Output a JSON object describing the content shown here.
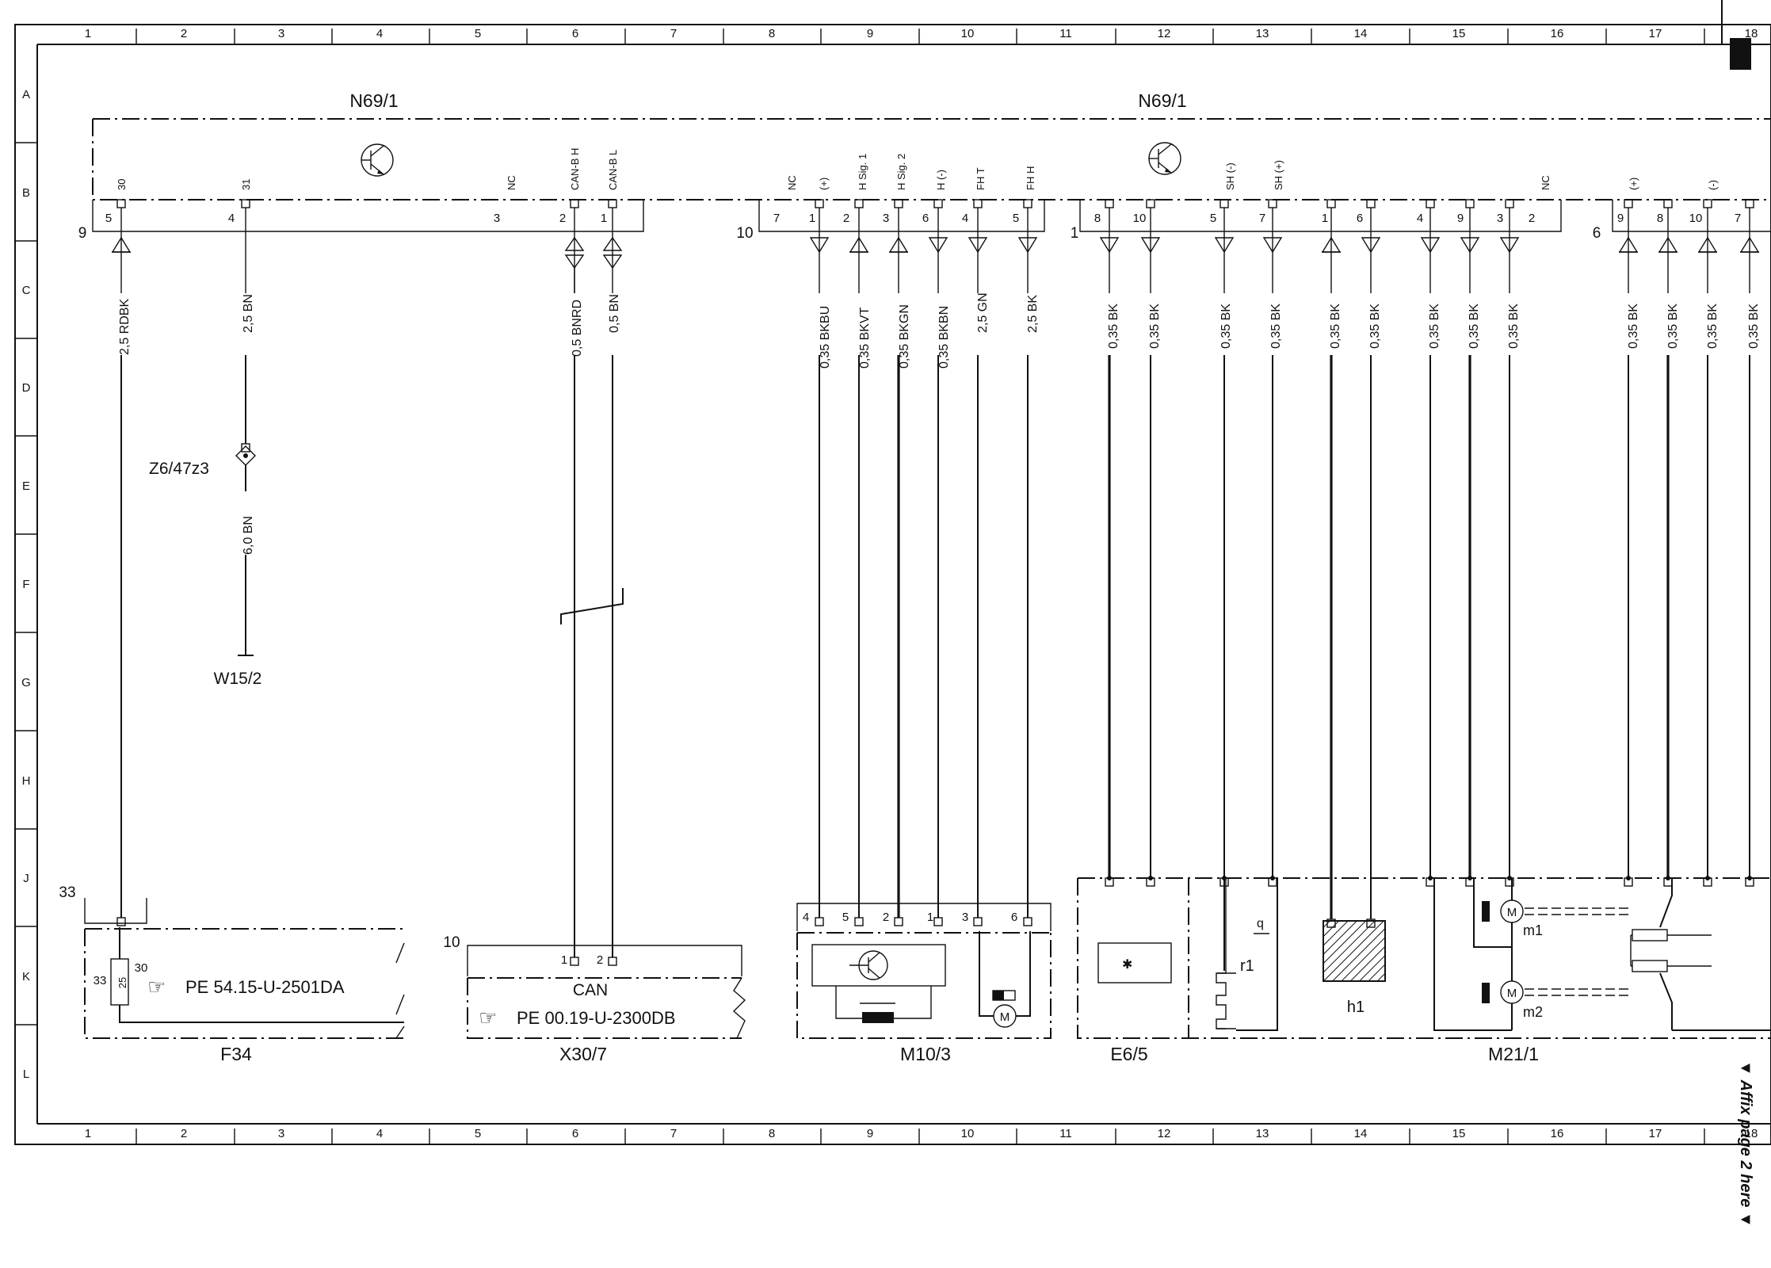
{
  "columns": [
    "1",
    "2",
    "3",
    "4",
    "5",
    "6",
    "7",
    "8",
    "9",
    "10",
    "11",
    "12",
    "13",
    "14",
    "15",
    "16",
    "17",
    "18"
  ],
  "rows": [
    "A",
    "B",
    "C",
    "D",
    "E",
    "F",
    "G",
    "H",
    "J",
    "K",
    "L"
  ],
  "components": {
    "n69_1_left": "N69/1",
    "n69_1_right": "N69/1",
    "z6": "Z6/47z3",
    "w15": "W15/2",
    "f34": "F34",
    "x30": "X30/7",
    "m10": "M10/3",
    "e6": "E6/5",
    "m21": "M21/1"
  },
  "connectors": {
    "c9": "9",
    "c10a": "10",
    "c1": "1",
    "c6": "6",
    "c33": "33",
    "c10b": "10"
  },
  "signals": {
    "s30": "30",
    "s31": "31",
    "nc1": "NC",
    "canh": "CAN-B H",
    "canl": "CAN-B L",
    "nc2": "NC",
    "plus1": "(+)",
    "hsg1": "H Sig. 1",
    "hsg2": "H Sig. 2",
    "hminus": "H (-)",
    "fht": "FH T",
    "fhh": "FH H",
    "shminus": "SH (-)",
    "shplus": "SH (+)",
    "nc3": "NC",
    "plus2": "(+)",
    "minus2": "(-)"
  },
  "pins": {
    "p5": "5",
    "p4": "4",
    "p3": "3",
    "p2": "2",
    "p1": "1",
    "q7": "7",
    "q1": "1",
    "q2": "2",
    "q3": "3",
    "q6": "6",
    "q4": "4",
    "q5": "5",
    "r8": "8",
    "r10": "10",
    "r5": "5",
    "r7": "7",
    "r1": "1",
    "r6": "6",
    "r4": "4",
    "r9": "9",
    "r3": "3",
    "r2": "2",
    "t9": "9",
    "t8": "8",
    "t10": "10",
    "t7": "7",
    "m4": "4",
    "m5": "5",
    "m2": "2",
    "m1": "1",
    "m3": "3",
    "m6": "6",
    "x1": "1",
    "x2": "2",
    "f33": "33",
    "f30": "30",
    "f25": "25"
  },
  "wires": {
    "w1": "2,5 RDBK",
    "w2": "2,5 BN",
    "w2b": "6,0 BN",
    "w3": "0,5 BNRD",
    "w4": "0,5 BN",
    "w5": "0,35 BKBU",
    "w6": "0,35 BKVT",
    "w7": "0,35 BKGN",
    "w8": "0,35 BKBN",
    "w9": "2,5 GN",
    "w10": "2,5 BK",
    "w11": "0,35 BK",
    "w12": "0,35 BK",
    "w13": "0,35 BK",
    "w14": "0,35 BK",
    "w15": "0,35 BK",
    "w16": "0,35 BK",
    "w17": "0,35 BK",
    "w18": "0,35 BK",
    "w19": "0,35 BK",
    "w20": "0,35 BK",
    "w21": "0,35 BK",
    "w22": "0,35 BK",
    "w23": "0,35 BK"
  },
  "references": {
    "pe1": "PE 54.15-U-2501DA",
    "pe2": "PE 00.19-U-2300DB"
  },
  "misc": {
    "can": "CAN",
    "q": "q",
    "r1": "r1",
    "h1": "h1",
    "m1": "m1",
    "m2": "m2",
    "M": "M",
    "affix": "▼ Affix page 2 here ▼"
  }
}
